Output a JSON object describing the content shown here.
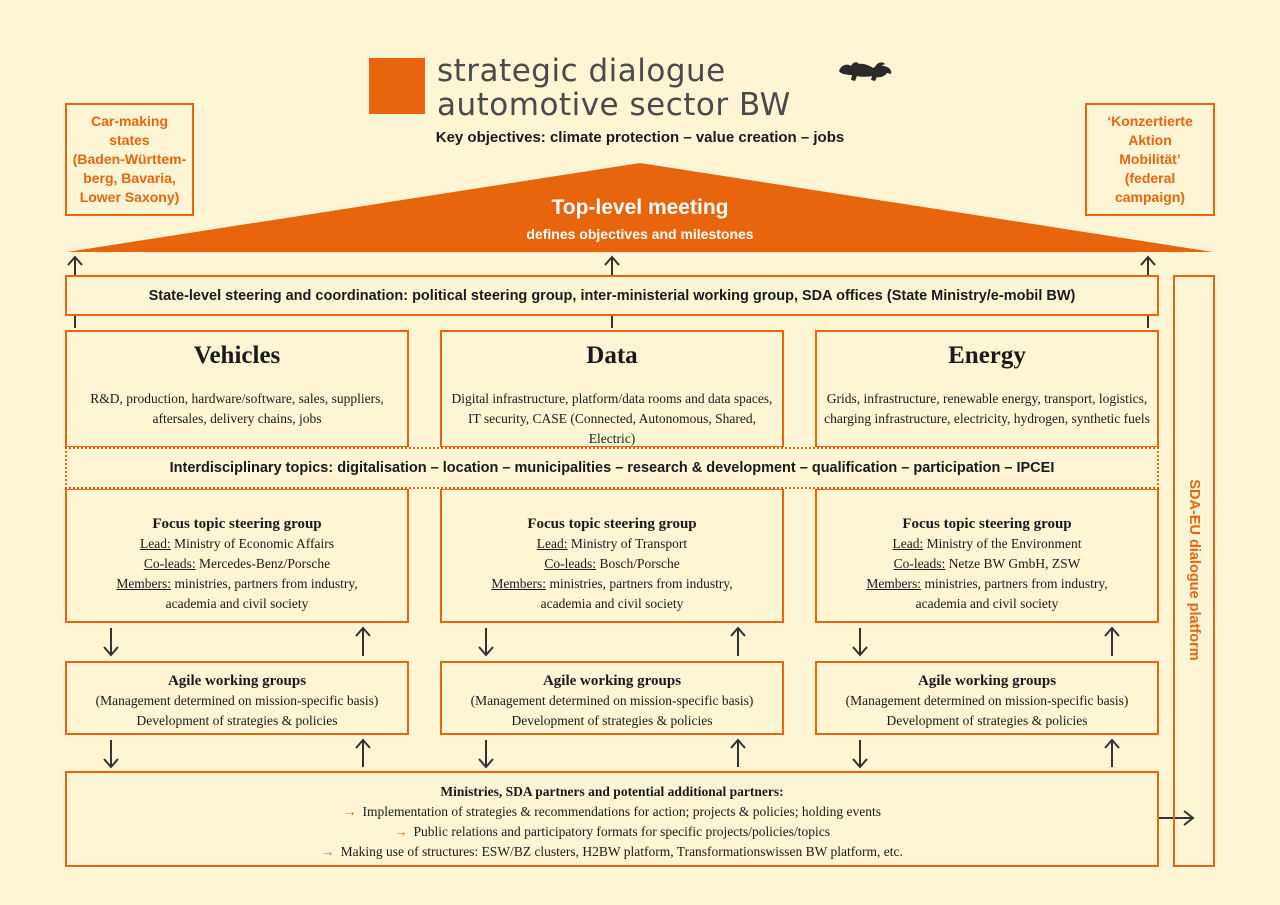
{
  "header": {
    "brand_line_1": "strategic dialogue",
    "brand_line_2": "automotive sector BW",
    "objectives": "Key objectives: climate protection – value creation – jobs"
  },
  "left_box": {
    "lines": [
      "Car-making",
      "states",
      "(Baden-Württem-",
      "berg, Bavaria,",
      "Lower Saxony)"
    ]
  },
  "right_box": {
    "lines": [
      "‘Konzertierte",
      "Aktion",
      "Mobilität’",
      "(federal",
      "campaign)"
    ]
  },
  "top_meeting": {
    "title": "Top-level meeting",
    "subtitle": "defines objectives and milestones"
  },
  "state_level": "State-level steering and coordination: political steering group, inter-ministerial working group, SDA offices (State Ministry/e-mobil BW)",
  "columns": [
    {
      "title": "Vehicles",
      "desc_1": "R&D, production, hardware/software, sales, suppliers,",
      "desc_2": "aftersales, delivery chains, jobs",
      "focus_title": "Focus topic steering group",
      "lead_label": "Lead:",
      "lead": " Ministry of Economic Affairs",
      "coleads_label": "Co-leads:",
      "coleads": " Mercedes-Benz/Porsche",
      "members_label": "Members:",
      "members": " ministries, partners from industry,",
      "members_2": "academia and civil society"
    },
    {
      "title": "Data",
      "desc_1": "Digital infrastructure, platform/data rooms and data spaces,",
      "desc_2": "IT security, CASE (Connected, Autonomous, Shared, Electric)",
      "focus_title": "Focus topic steering group",
      "lead_label": "Lead:",
      "lead": " Ministry of Transport",
      "coleads_label": "Co-leads:",
      "coleads": " Bosch/Porsche",
      "members_label": "Members:",
      "members": " ministries, partners from industry,",
      "members_2": "academia and civil society"
    },
    {
      "title": "Energy",
      "desc_1": "Grids, infrastructure, renewable energy, transport, logistics,",
      "desc_2": "charging infrastructure, electricity, hydrogen, synthetic fuels",
      "focus_title": "Focus topic steering group",
      "lead_label": "Lead:",
      "lead": " Ministry of the Environment",
      "coleads_label": "Co-leads:",
      "coleads": " Netze BW GmbH, ZSW",
      "members_label": "Members:",
      "members": " ministries, partners from industry,",
      "members_2": "academia and civil society"
    }
  ],
  "interdisciplinary": "Interdisciplinary topics: digitalisation – location – municipalities – research & development – qualification – participation – IPCEI",
  "agile": {
    "title": "Agile working groups",
    "line_1": "(Management determined on mission-specific basis)",
    "line_2": "Development of strategies & policies"
  },
  "bottom": {
    "title": "Ministries, SDA partners and potential additional partners:",
    "bullet_symbol": "→",
    "items": [
      "Implementation of strategies & recommendations for action; projects & policies; holding events",
      "Public relations and participatory formats for specific projects/policies/topics",
      "Making use of structures: ESW/BZ clusters, H2BW platform, Transformationswissen BW platform, etc."
    ]
  },
  "eu_platform": "SDA-EU dialogue platform",
  "colors": {
    "accent": "#e8650e",
    "background": "#fdf5d4",
    "text": "#1a1a1a",
    "brand_text": "#4a4a4a"
  }
}
